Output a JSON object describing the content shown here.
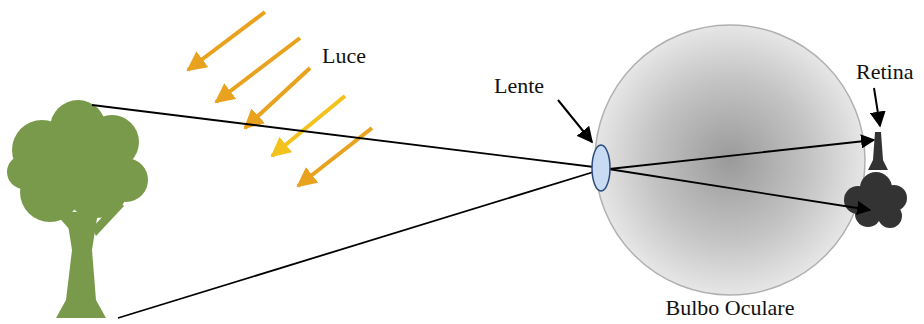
{
  "diagram": {
    "labels": [
      "Luce",
      "Lente",
      "Retina",
      "Bulbo Oculare"
    ]
  }
}
